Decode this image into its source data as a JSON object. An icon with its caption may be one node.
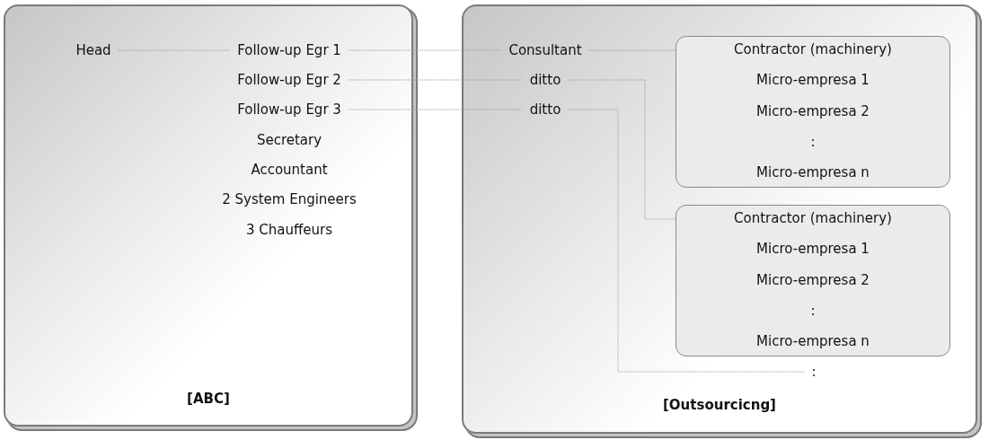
{
  "diagram": {
    "nodes": [
      {
        "text": [
          "[ABC]"
        ]
      },
      {
        "text": [
          "Head"
        ],
        "in": 0
      },
      {
        "text": [
          "Follow-up Egr 1"
        ],
        "in": 0
      },
      {
        "text": [
          "Follow-up Egr 2"
        ],
        "in": 0
      },
      {
        "text": [
          "Follow-up Egr 3"
        ],
        "in": 0
      },
      {
        "text": [
          "Secretary"
        ],
        "in": 0
      },
      {
        "text": [
          "Accountant"
        ],
        "in": 0
      },
      {
        "text": [
          "2 System Engineers"
        ],
        "in": 0
      },
      {
        "text": [
          "3 Chauffeurs"
        ],
        "in": 0
      },
      {
        "text": [
          "[Outsourcicng]"
        ]
      },
      {
        "text": [
          "Consultant"
        ],
        "in": 9
      },
      {
        "text": [
          "ditto"
        ],
        "in": 9
      },
      {
        "text": [
          "ditto"
        ],
        "in": 9
      },
      {
        "text": [
          "Contractor (machinery)",
          "Micro-empresa 1",
          "Micro-empresa 2",
          ":",
          "Micro-empresa n"
        ],
        "in": 9
      },
      {
        "text": [
          "Contractor (machinery)",
          "Micro-empresa 1",
          "Micro-empresa 2",
          ":",
          "Micro-empresa n"
        ],
        "in": 9
      },
      {
        "text": [
          ":"
        ],
        "in": 9
      }
    ],
    "edges": [
      {
        "from": 1,
        "to": 2,
        "arrow": "none"
      },
      {
        "from": 2,
        "to": 10,
        "arrow": "none"
      },
      {
        "from": 3,
        "to": 11,
        "arrow": "none"
      },
      {
        "from": 4,
        "to": 12,
        "arrow": "none"
      },
      {
        "from": 10,
        "to": 13,
        "arrow": "none"
      },
      {
        "from": 11,
        "to": 14,
        "arrow": "none"
      },
      {
        "from": 12,
        "to": 15,
        "arrow": "none"
      }
    ]
  }
}
